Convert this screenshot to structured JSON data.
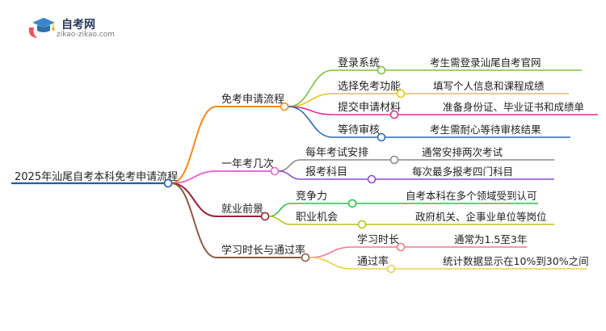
{
  "brand": {
    "name": "自考网",
    "url": "zikao-zikao.com",
    "icon": "graduation-cap-icon",
    "colors": {
      "cap": "#3a86c8",
      "book": "#e85a5a",
      "accent": "#f2b632"
    }
  },
  "mindmap": {
    "root": {
      "label": "2025年汕尾自考本科免考申请流程",
      "color": "#1f5fa6"
    },
    "branches": [
      {
        "label": "免考申请流程",
        "color": "#f08a1e",
        "children": [
          {
            "label": "登录系统",
            "leaf": "考生需登录汕尾自考官网",
            "color": "#7ac143"
          },
          {
            "label": "选择免考功能",
            "leaf": "填写个人信息和课程成绩",
            "color": "#e5c61c"
          },
          {
            "label": "提交申请材料",
            "leaf": "准备身份证、毕业证书和成绩单",
            "color": "#e0338d"
          },
          {
            "label": "等待审核",
            "leaf": "考生需耐心等待审核结果",
            "color": "#2a6bb3"
          }
        ]
      },
      {
        "label": "一年考几次",
        "color": "#e86ad6",
        "children": [
          {
            "label": "每年考试安排",
            "leaf": "通常安排两次考试",
            "color": "#8a8a8a"
          },
          {
            "label": "报考科目",
            "leaf": "每次最多报考四门科目",
            "color": "#8b4fc9"
          }
        ]
      },
      {
        "label": "就业前景",
        "color": "#9c1f3a",
        "children": [
          {
            "label": "竞争力",
            "leaf": "自考本科在多个领域受到认可",
            "color": "#2fbf4a"
          },
          {
            "label": "职业机会",
            "leaf": "政府机关、企事业单位等岗位",
            "color": "#b8c21e"
          }
        ]
      },
      {
        "label": "学习时长与通过率",
        "color": "#8b5a44",
        "children": [
          {
            "label": "学习时长",
            "leaf": "通常为1.5至3年",
            "color": "#f07a8a"
          },
          {
            "label": "通过率",
            "leaf": "统计数据显示在10%到30%之间",
            "color": "#e8d24a"
          }
        ]
      }
    ]
  }
}
